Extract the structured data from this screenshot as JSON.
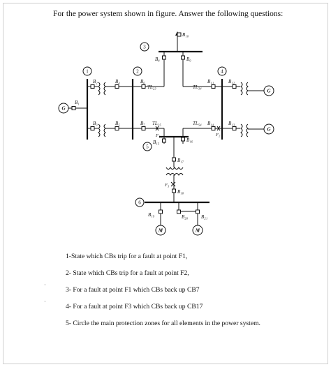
{
  "header": "For the power system shown in figure.   Answer the following questions:",
  "diagram": {
    "circles": [
      "1",
      "2",
      "3",
      "4",
      "5",
      "6"
    ],
    "breakers": {
      "b1": "B₁",
      "b2": "B₂",
      "b3": "B₃",
      "b4": "B₄",
      "b5": "B₅",
      "b6": "B₆",
      "b7": "B₇",
      "b8": "B₈",
      "b9": "B₉",
      "b10": "B₁₀",
      "b11": "B₁₁",
      "b12": "B₁₂",
      "b13": "B₁₃",
      "b14": "B₁₄",
      "b15": "B₁₅",
      "b16": "B₁₆",
      "b17": "B₁₇",
      "b18": "B₁₈",
      "b19": "B₁₉",
      "b20": "B₂₀",
      "b21": "B₂₁"
    },
    "lines": {
      "tl23": "TL₂₃",
      "tl25": "TL₂₅",
      "tl34": "TL₃₄",
      "tl54": "TL₅₄"
    },
    "faults": {
      "f1": "F₁",
      "f2": "F₂",
      "f3": "F₃"
    },
    "gen": "G",
    "motor": "M"
  },
  "questions": [
    "1-State which CBs trip for a fault at point F1,",
    "2- State which CBs trip for a fault at point F2,",
    "3- For a fault at point F1 which CBs back up  CB7",
    "4- For a fault at point  F3 which CBs back up  CB17",
    "5- Circle the main protection zones for all elements in the power system."
  ]
}
